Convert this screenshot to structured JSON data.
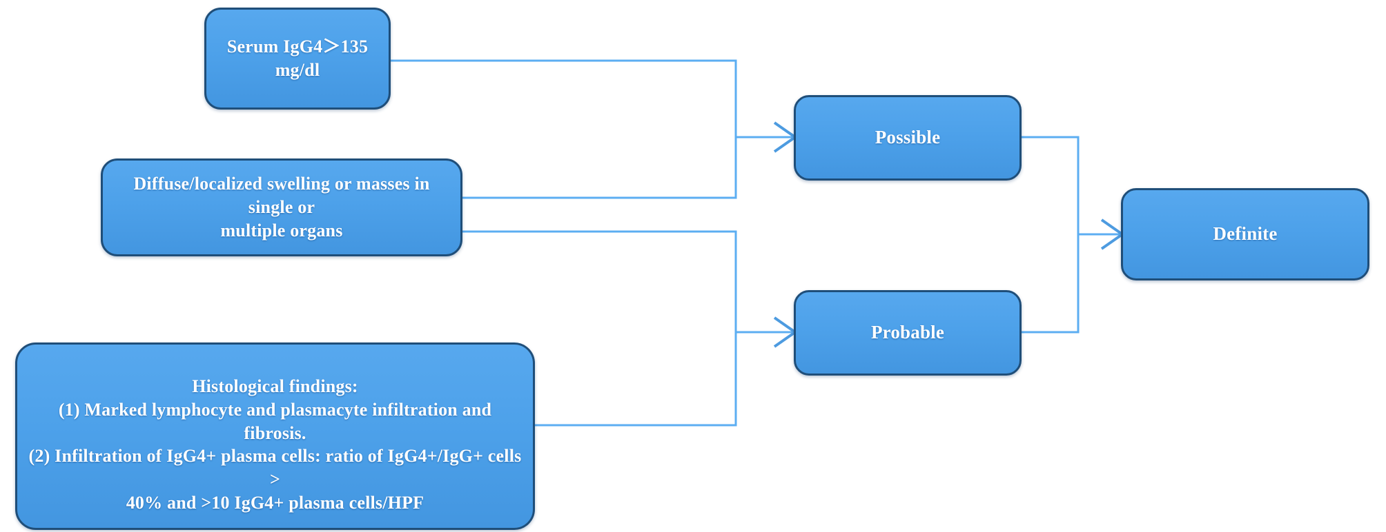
{
  "diagram": {
    "title": "IgG4-related disease comprehensive diagnostic criteria flowchart",
    "type": "flowchart",
    "colors": {
      "node_fill": "#4DA1EA",
      "node_border": "#1F4E79",
      "node_text": "#FFFFFF",
      "connector": "#5CAEF2",
      "background": "#FFFFFF"
    },
    "nodes": [
      {
        "id": "serum-igg4",
        "label": "Serum IgG4＞135 mg/dl",
        "role": "criterion"
      },
      {
        "id": "organ-swelling",
        "label": "Diffuse/localized swelling or masses in single or\nmultiple organs",
        "role": "criterion"
      },
      {
        "id": "histological-findings",
        "label": "Histological findings:\n(1) Marked lymphocyte and plasmacyte infiltration and fibrosis.\n(2) Infiltration of IgG4+ plasma cells: ratio of IgG4+/IgG+ cells >\n40% and >10 IgG4+ plasma cells/HPF",
        "role": "criterion"
      },
      {
        "id": "possible",
        "label": "Possible",
        "role": "outcome"
      },
      {
        "id": "probable",
        "label": "Probable",
        "role": "outcome"
      },
      {
        "id": "definite",
        "label": "Definite",
        "role": "outcome"
      }
    ],
    "edges": [
      {
        "id": "edge-serum-to-possible",
        "from": "serum-igg4",
        "to": "possible"
      },
      {
        "id": "edge-organ-to-possible",
        "from": "organ-swelling",
        "to": "possible"
      },
      {
        "id": "edge-organ-to-probable",
        "from": "organ-swelling",
        "to": "probable"
      },
      {
        "id": "edge-histology-to-probable",
        "from": "histological-findings",
        "to": "probable"
      },
      {
        "id": "edge-possible-to-definite",
        "from": "possible",
        "to": "definite"
      },
      {
        "id": "edge-probable-to-definite",
        "from": "probable",
        "to": "definite"
      }
    ]
  }
}
